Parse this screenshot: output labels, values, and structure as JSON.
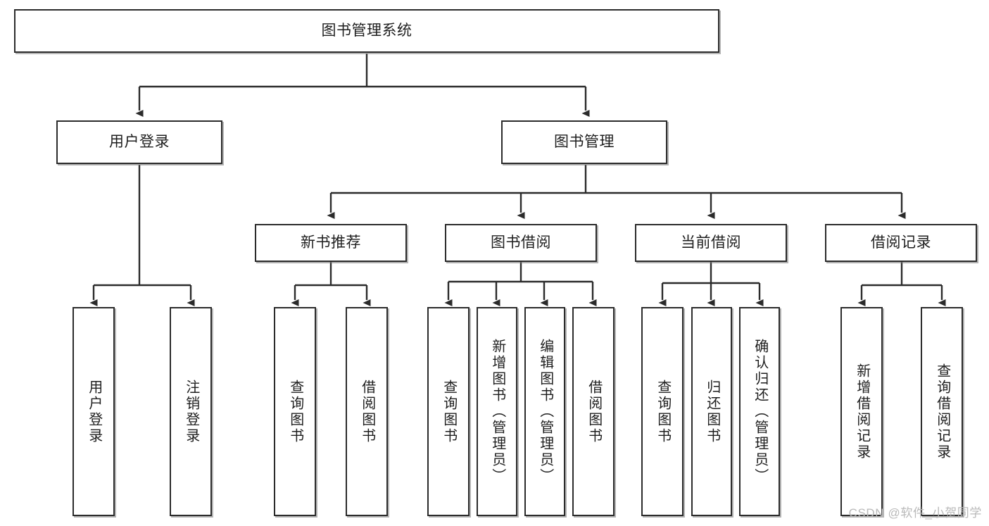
{
  "diagram": {
    "title": "图书管理系统",
    "type": "tree-hierarchy",
    "watermark": "CSDN @软件_小贺同学",
    "colors": {
      "box_border": "#2b2b2b",
      "box_fill": "#ffffff",
      "connector": "#2b2b2b",
      "text": "#1e1e1e",
      "watermark": "#b9b9b9",
      "shadow": "#787878"
    }
  },
  "nodes": {
    "root": {
      "label": "图书管理系统"
    },
    "level2": [
      {
        "id": "user-login",
        "label": "用户登录"
      },
      {
        "id": "book-manage",
        "label": "图书管理"
      }
    ],
    "level3": [
      {
        "id": "new-book-recommend",
        "label": "新书推荐"
      },
      {
        "id": "book-borrow",
        "label": "图书借阅"
      },
      {
        "id": "current-borrow",
        "label": "当前借阅"
      },
      {
        "id": "borrow-record",
        "label": "借阅记录"
      }
    ],
    "leaves": {
      "user_login": [
        {
          "id": "leaf-user-login",
          "label": "用户登录"
        },
        {
          "id": "leaf-logout-login",
          "label": "注销登录"
        }
      ],
      "new_book_recommend": [
        {
          "id": "leaf-query-book-1",
          "label": "查询图书"
        },
        {
          "id": "leaf-borrow-book-1",
          "label": "借阅图书"
        }
      ],
      "book_borrow": [
        {
          "id": "leaf-query-book-2",
          "label": "查询图书"
        },
        {
          "id": "leaf-add-book",
          "label": "新增图书（管理员）"
        },
        {
          "id": "leaf-edit-book",
          "label": "编辑图书（管理员）"
        },
        {
          "id": "leaf-borrow-book-2",
          "label": "借阅图书"
        }
      ],
      "current_borrow": [
        {
          "id": "leaf-query-book-3",
          "label": "查询图书"
        },
        {
          "id": "leaf-return-book",
          "label": "归还图书"
        },
        {
          "id": "leaf-confirm-return",
          "label": "确认归还（管理员）"
        }
      ],
      "borrow_record": [
        {
          "id": "leaf-add-record",
          "label": "新增借阅记录"
        },
        {
          "id": "leaf-query-record",
          "label": "查询借阅记录"
        }
      ]
    }
  }
}
